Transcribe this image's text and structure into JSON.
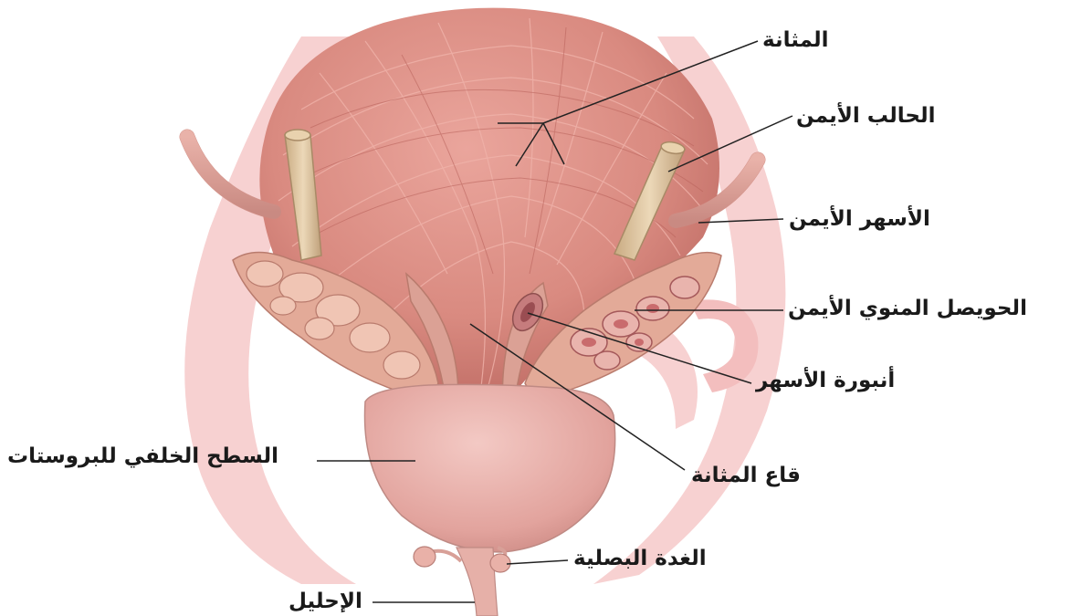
{
  "labels": {
    "bladder": "المثانة",
    "right_ureter": "الحالب الأيمن",
    "right_vas_deferens": "الأسهر الأيمن",
    "right_seminal_vesicle": "الحويصل المنوي الأيمن",
    "ampulla_of_vas": "أنبورة الأسهر",
    "bladder_fundus": "قاع المثانة",
    "posterior_prostate_surface": "السطح الخلفي للبروستات",
    "bulbourethral_gland": "الغدة البصلية",
    "urethra": "الإحليل"
  },
  "colors": {
    "watermark": "#f6c9c9",
    "bladder_muscle": "#d9827a",
    "ureter": "#d8bf98",
    "prostate": "#e8a8a2",
    "leader_line": "#222222"
  }
}
